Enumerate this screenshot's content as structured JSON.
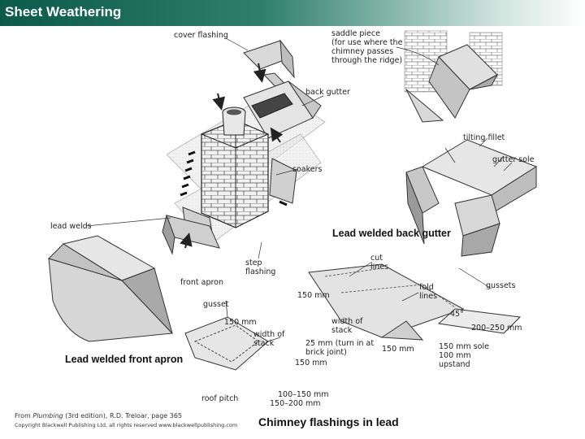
{
  "title": "Sheet Weathering",
  "labels": {
    "cover_flashing": "cover flashing",
    "saddle_piece": "saddle piece\n(for use where the\nchimney passes\nthrough the ridge)",
    "back_gutter": "back gutter",
    "tilting_fillet": "tilting fillet",
    "gutter_sole": "gutter sole",
    "soakers": "soakers",
    "lead_welds": "lead welds",
    "step_flashing": "step\nflashing",
    "front_apron": "front apron",
    "cut_lines": "cut\nlines",
    "fold_lines": "fold\nlines",
    "gussets": "gussets",
    "gusset": "gusset",
    "dim_150_a": "150 mm",
    "angle_45": "45°",
    "dim_150_b": "150 mm",
    "width_of_stack_a": "width of\nstack",
    "width_of_stack_b": "width of\nstack",
    "dim_200_250": "200–250 mm",
    "dim_25": "25 mm (turn in at\nbrick joint)",
    "dim_150_c": "150 mm",
    "dim_150_d": "150 mm",
    "dim_100_sole": "150 mm sole\n100 mm\nupstand",
    "roof_pitch": "roof pitch",
    "dim_100_150": "100–150 mm",
    "dim_150_200": "150–200 mm"
  },
  "headings": {
    "lead_welded_back_gutter": "Lead welded back gutter",
    "lead_welded_front_apron": "Lead welded front apron",
    "chimney_flashings": "Chimney flashings in lead"
  },
  "caption": {
    "source_prefix": "From ",
    "source_title": "Plumbing",
    "source_rest": " (3rd edition), R.D. Treloar, page 365",
    "copyright": "Copyright Blackwell Publishing Ltd, all rights reserved  www.blackwellpublishing.com"
  }
}
